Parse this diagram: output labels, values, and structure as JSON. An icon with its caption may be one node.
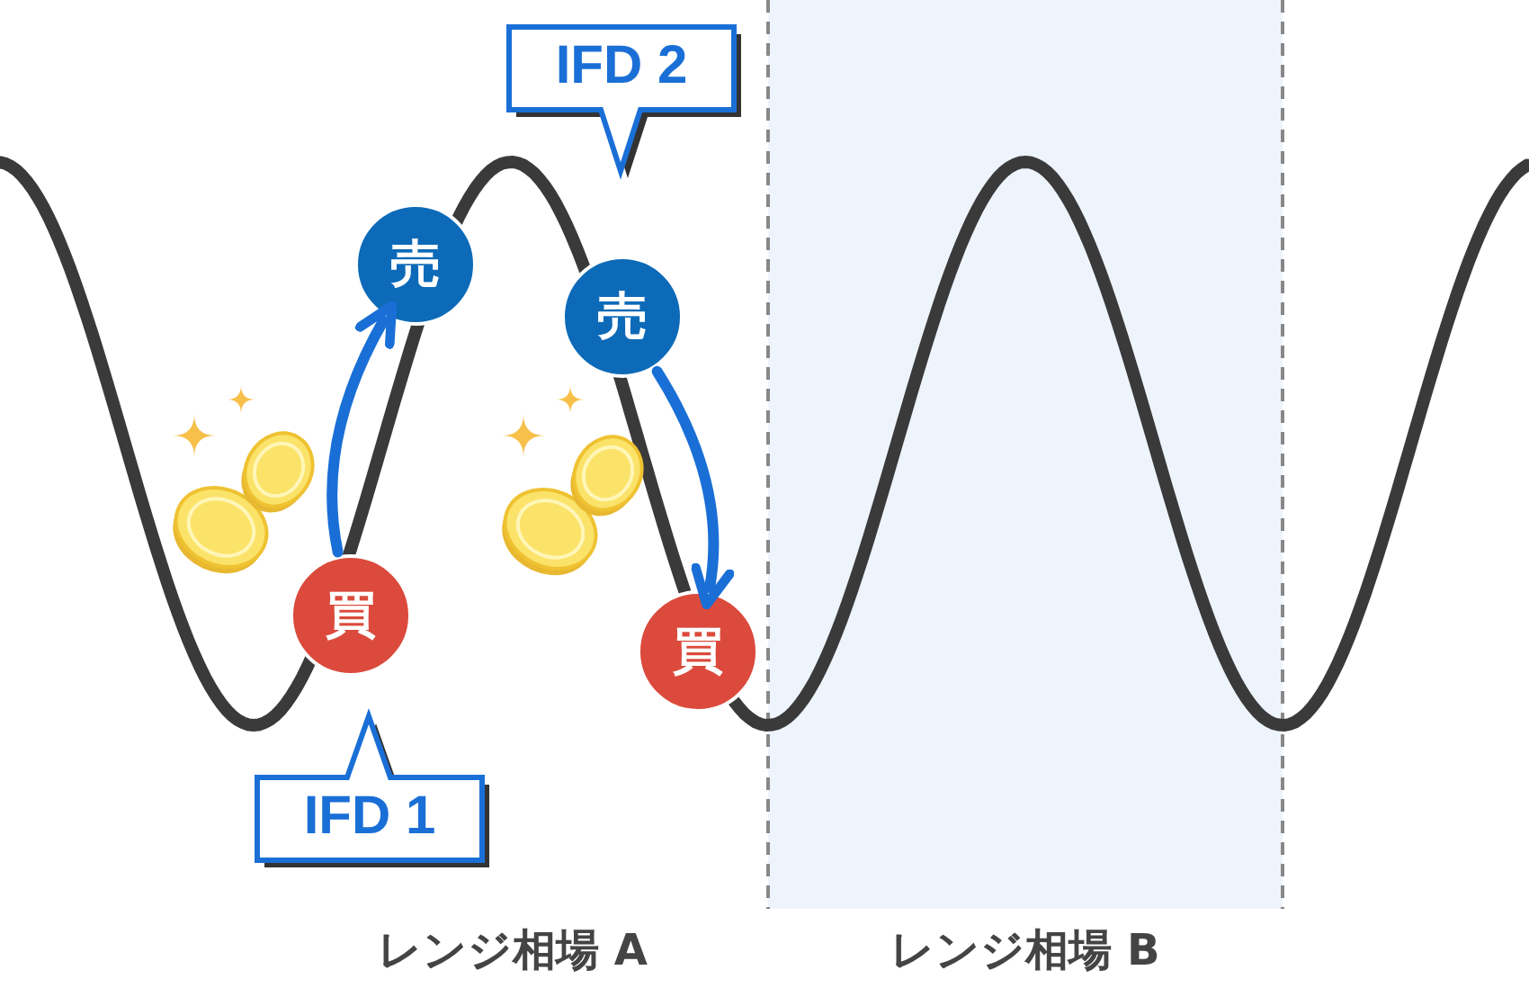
{
  "diagram": {
    "nodes": [
      {
        "text": [
          "IFD 2"
        ]
      },
      {
        "text": [
          "売"
        ]
      },
      {
        "text": [
          "売"
        ]
      },
      {
        "text": [
          "買"
        ]
      },
      {
        "text": [
          "買"
        ]
      },
      {
        "text": [
          "IFD 1"
        ]
      }
    ],
    "edges": [
      {
        "from": 3,
        "to": 1,
        "arrow": "to",
        "color": "#1a6fd6"
      },
      {
        "from": 2,
        "to": 4,
        "arrow": "to",
        "color": "#1a6fd6"
      }
    ],
    "labels": [
      "レンジ相場 A",
      "レンジ相場 B"
    ]
  }
}
